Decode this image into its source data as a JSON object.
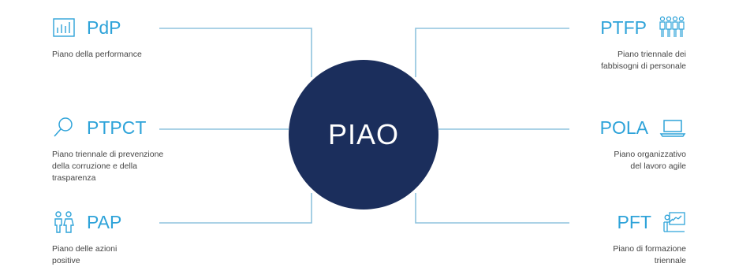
{
  "center": {
    "label": "PIAO"
  },
  "nodes": {
    "pdp": {
      "title": "PdP",
      "lines": [
        "Piano della performance"
      ],
      "icon": "bar-chart-icon"
    },
    "ptpct": {
      "title": "PTPCT",
      "lines": [
        "Piano triennale di prevenzione",
        "della corruzione e della",
        "trasparenza"
      ],
      "icon": "magnifier-icon"
    },
    "pap": {
      "title": "PAP",
      "lines": [
        "Piano delle azioni",
        "positive"
      ],
      "icon": "people-pair-icon"
    },
    "ptfp": {
      "title": "PTFP",
      "lines": [
        "Piano triennale dei",
        "fabbisogni di personale"
      ],
      "icon": "people-group-icon"
    },
    "pola": {
      "title": "POLA",
      "lines": [
        "Piano organizzativo",
        "del lavoro agile"
      ],
      "icon": "laptop-icon"
    },
    "pft": {
      "title": "PFT",
      "lines": [
        "Piano di formazione",
        "triennale"
      ],
      "icon": "teacher-board-icon"
    }
  },
  "colors": {
    "accent": "#2ea3d9",
    "center": "#1b2e5c",
    "line": "#8fc3de",
    "text": "#444444"
  }
}
